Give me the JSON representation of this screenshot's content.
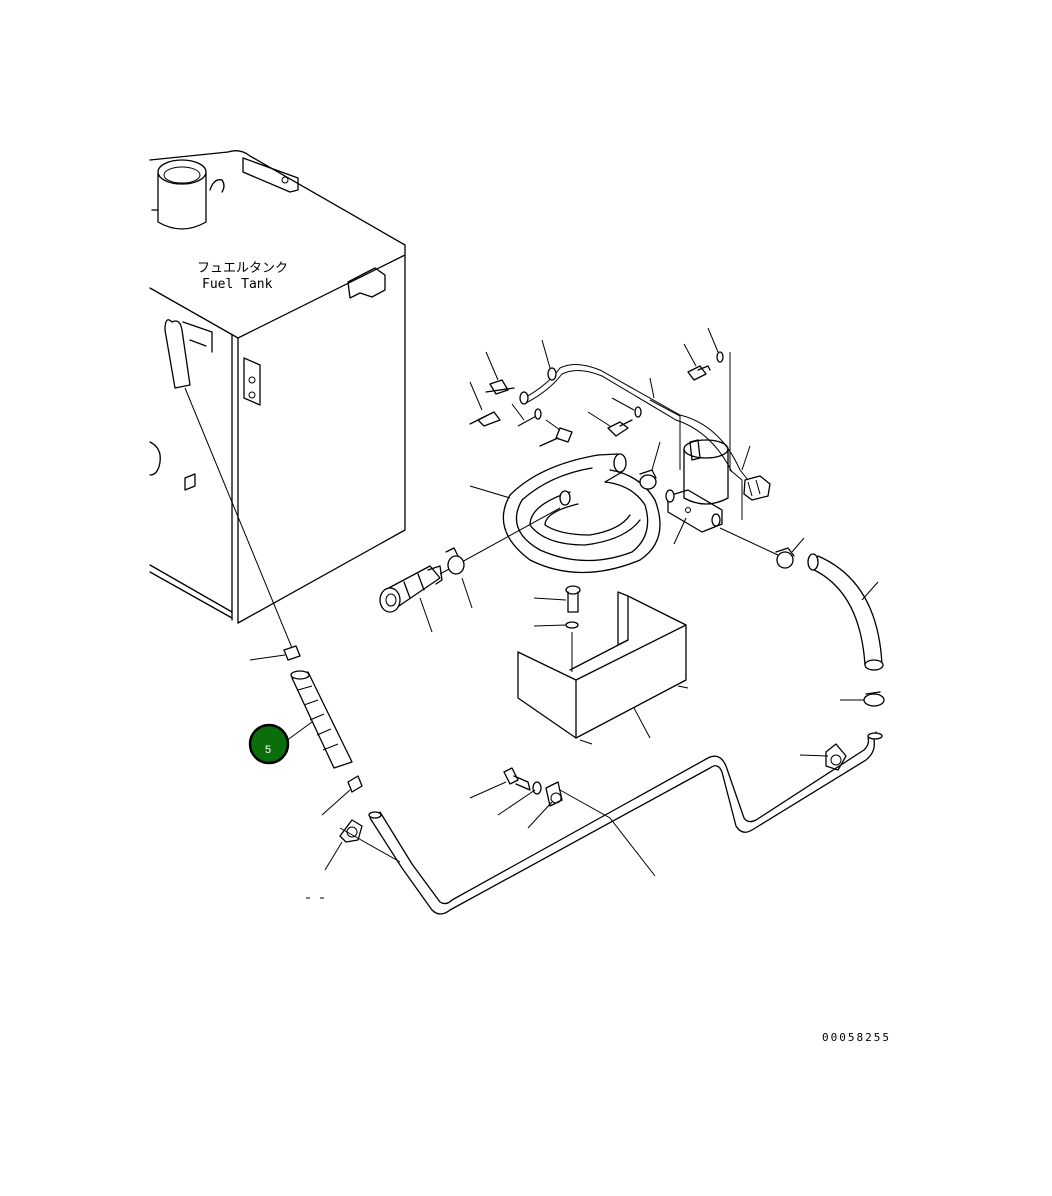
{
  "diagram": {
    "tank_label_jp": "フュエルタンク",
    "tank_label_en": "Fuel Tank",
    "drawing_number": "00058255",
    "callouts": [
      {
        "number": "5",
        "color": "#0a6e0a"
      }
    ]
  }
}
